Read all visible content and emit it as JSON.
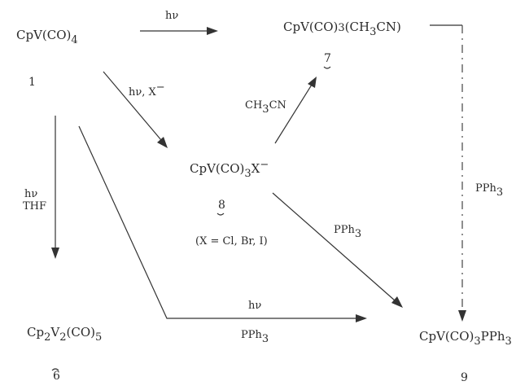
{
  "compounds": {
    "c1": {
      "pre": "CpV(CO)",
      "sub": "4",
      "num": "1"
    },
    "c7": {
      "pre": "CpV(CO)",
      "sub1": "3",
      "mid": "(CH",
      "sub2": "3",
      "post": "CN)",
      "num": "7"
    },
    "c8": {
      "pre": "CpV(CO)",
      "sub": "3",
      "post": "X",
      "sup": "−",
      "num": "8"
    },
    "c6": {
      "a": "Cp",
      "s1": "2",
      "b": "V",
      "s2": "2",
      "c": "(CO)",
      "s3": "5",
      "num": "6"
    },
    "c9": {
      "pre": "CpV(CO)",
      "sub": "3",
      "post": "PPh",
      "sub2": "3",
      "num": "9"
    }
  },
  "conditions": {
    "c1_to_c7": "hν",
    "c1_to_c8": {
      "text": "hν, X",
      "sup": "−"
    },
    "c8_to_c7": {
      "pre": "CH",
      "sub": "3",
      "post": "CN"
    },
    "c7_to_c9": {
      "pre": "PPh",
      "sub": "3"
    },
    "c8_to_c9": {
      "pre": "PPh",
      "sub": "3"
    },
    "c1_to_c6": {
      "line1": "hν",
      "line2": "THF"
    },
    "c1_to_c9": {
      "above": "hν",
      "below_pre": "PPh",
      "below_sub": "3"
    }
  },
  "note": "(X = Cl, Br, I)"
}
